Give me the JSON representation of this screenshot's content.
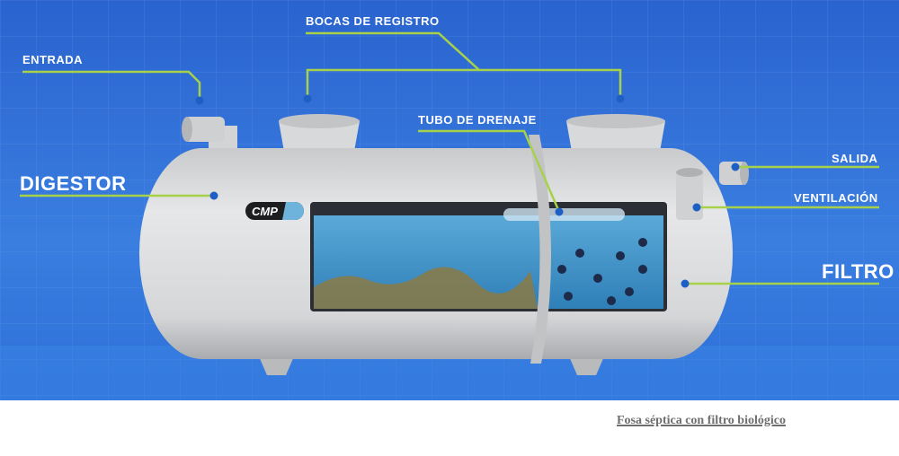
{
  "labels": {
    "entrada": "ENTRADA",
    "bocas": "BOCAS DE REGISTRO",
    "tubo": "TUBO DE DRENAJE",
    "digestor": "DIGESTOR",
    "salida": "SALIDA",
    "ventilacion": "VENTILACIÓN",
    "filtro": "FILTRO"
  },
  "logo": "CMP",
  "caption": "Fosa séptica con filtro biológico",
  "colors": {
    "background": "#2f6fd8",
    "leader": "#a8d14a",
    "dot": "#1d5fc4",
    "tank": "#d9dadb"
  }
}
